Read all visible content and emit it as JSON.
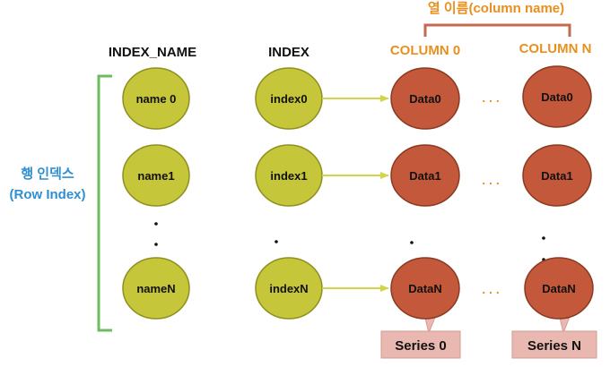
{
  "column_axis_label": "열 이름(column name)",
  "row_axis_label_line1": "행 인덱스",
  "row_axis_label_line2": "(Row Index)",
  "headers": {
    "index_name": "INDEX_NAME",
    "index": "INDEX",
    "column_first": "COLUMN 0",
    "column_last": "COLUMN N"
  },
  "rows": [
    {
      "name": "name 0",
      "index": "index0",
      "data_first": "Data0",
      "data_last": "Data0"
    },
    {
      "name": "name1",
      "index": "index1",
      "data_first": "Data1",
      "data_last": "Data1"
    },
    {
      "name": "nameN",
      "index": "indexN",
      "data_first": "DataN",
      "data_last": "DataN"
    }
  ],
  "column_ellipsis": ". . .",
  "series": {
    "first": "Series 0",
    "last": "Series N"
  },
  "colors": {
    "index_node_fill": "#c6c63a",
    "index_node_stroke": "#8f8f1f",
    "data_node_fill": "#c4583a",
    "data_node_stroke": "#8a3a22",
    "arrow": "#d4d44a",
    "column_header": "#e8901e",
    "row_label": "#2f8fd0",
    "row_bracket": "#6cbd5c",
    "column_bracket": "#c46a50",
    "callout_fill": "#e9b8b0",
    "callout_stroke": "#d69a90"
  }
}
